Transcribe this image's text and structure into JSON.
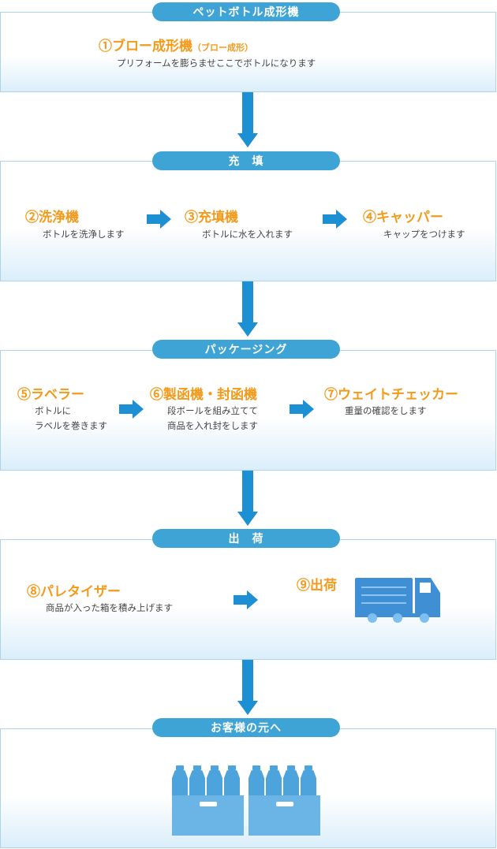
{
  "sections": [
    {
      "pill": "ペットボトル成形機",
      "steps": [
        {
          "title": "①ブロー成形機",
          "sub": "（ブロー成形）",
          "desc": "プリフォームを膨らませここでボトルになります"
        }
      ]
    },
    {
      "pill": "充　填",
      "steps": [
        {
          "title": "②洗浄機",
          "desc": "ボトルを洗浄します"
        },
        {
          "title": "③充填機",
          "desc": "ボトルに水を入れます"
        },
        {
          "title": "④キャッパー",
          "desc": "キャップをつけます"
        }
      ]
    },
    {
      "pill": "パッケージング",
      "steps": [
        {
          "title": "⑤ラベラー",
          "desc1": "ボトルに",
          "desc2": "ラベルを巻きます"
        },
        {
          "title": "⑥製函機・封函機",
          "desc1": "段ボールを組み立てて",
          "desc2": "商品を入れ封をします"
        },
        {
          "title": "⑦ウェイトチェッカー",
          "desc": "重量の確認をします"
        }
      ]
    },
    {
      "pill": "出　荷",
      "steps": [
        {
          "title": "⑧パレタイザー",
          "desc": "商品が入った箱を積み上げます"
        },
        {
          "title": "⑨出荷"
        }
      ]
    },
    {
      "pill": "お客様の元へ"
    }
  ],
  "colors": {
    "accent": "#3ea4d6",
    "title": "#f39a1b",
    "arrow": "#1d8fd3",
    "border": "#a9d4ec"
  },
  "icons": [
    "truck-icon",
    "water-box-icon"
  ]
}
